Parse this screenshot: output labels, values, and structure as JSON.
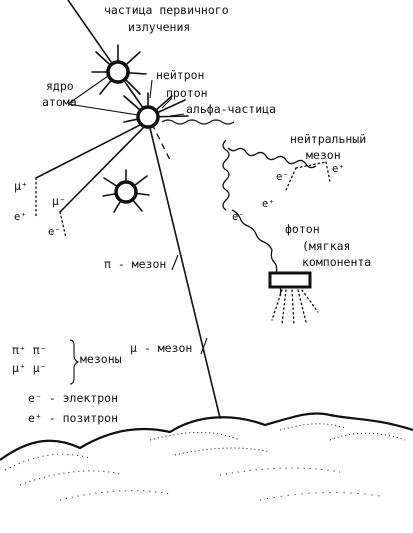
{
  "labels": {
    "primary": [
      "частица первичного",
      "излучения"
    ],
    "nucleus": [
      "ядро",
      "атома"
    ],
    "neutron": "нейтрон",
    "proton": "протон",
    "alpha": "альфа-частица",
    "neutral_meson": [
      "нейтральный",
      "мезон"
    ],
    "photon": [
      "фотон",
      "(мягкая",
      "компонента"
    ],
    "pi_meson": "π - мезон",
    "mu_meson": "μ - мезон",
    "mu_plus": "μ⁺",
    "mu_minus": "μ⁻",
    "e_minus": "e⁻",
    "e_plus": "e⁺",
    "mesons_list": [
      "π⁺ π⁻",
      "μ⁺ μ⁻"
    ],
    "mesons_word": "мезоны",
    "legend_electron": "e⁻  - электрон",
    "legend_positron": "e⁺  - позитрон"
  }
}
